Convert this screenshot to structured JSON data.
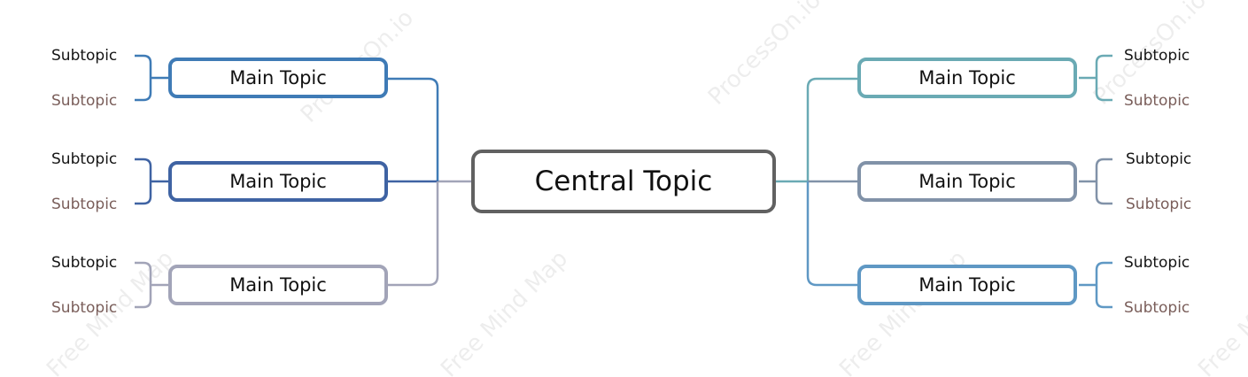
{
  "central": {
    "label": "Central Topic",
    "color": "#616161"
  },
  "left": [
    {
      "label": "Main Topic",
      "color": "#3f7bb6",
      "subtopics": [
        "Subtopic",
        "Subtopic"
      ]
    },
    {
      "label": "Main Topic",
      "color": "#3f63a3",
      "subtopics": [
        "Subtopic",
        "Subtopic"
      ]
    },
    {
      "label": "Main Topic",
      "color": "#a2a4b8",
      "subtopics": [
        "Subtopic",
        "Subtopic"
      ]
    }
  ],
  "right": [
    {
      "label": "Main Topic",
      "color": "#6aaab4",
      "subtopics": [
        "Subtopic",
        "Subtopic"
      ]
    },
    {
      "label": "Main Topic",
      "color": "#8192a8",
      "subtopics": [
        "Subtopic",
        "Subtopic"
      ]
    },
    {
      "label": "Main Topic",
      "color": "#5f98c4",
      "subtopics": [
        "Subtopic",
        "Subtopic"
      ]
    }
  ],
  "watermark": [
    "ProcessOn.io",
    "ProcessOn.io",
    "ProcessOn.io",
    "Free Mind Map",
    "Free Mind Map",
    "Free Mind Map",
    "Free Mind Map"
  ],
  "colors": {
    "subtopic_first": "#141414",
    "subtopic_second": "#7a5e5a"
  }
}
